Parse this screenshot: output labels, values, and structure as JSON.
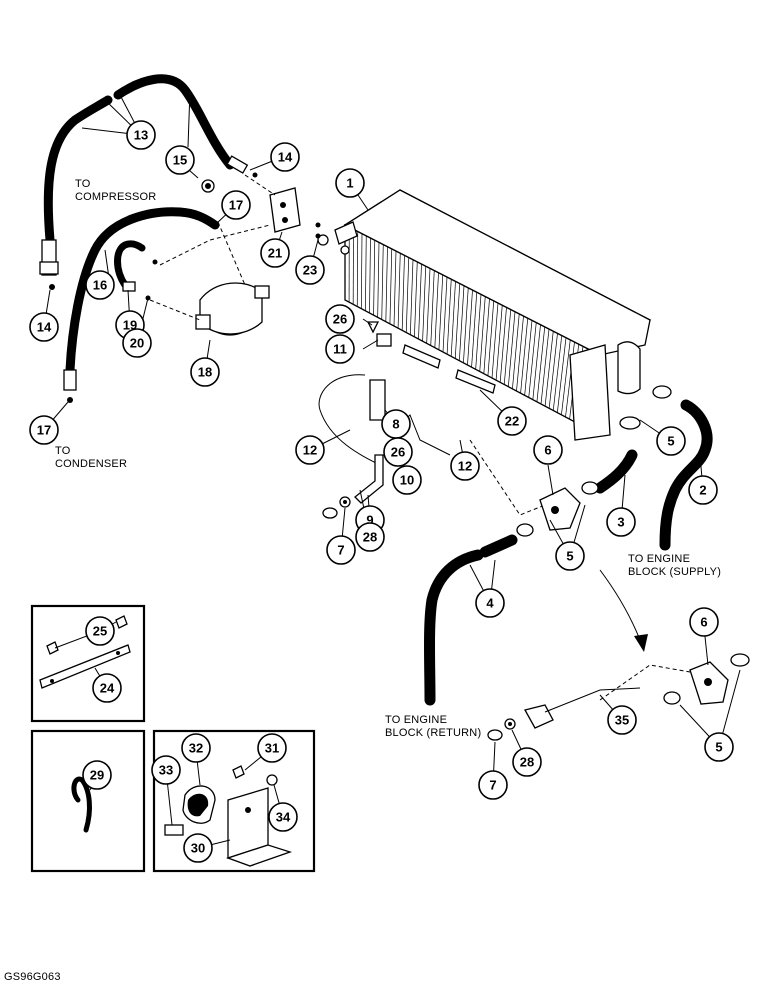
{
  "figure_id": "GS96G063",
  "captions": {
    "to_compressor": [
      "TO",
      "COMPRESSOR"
    ],
    "to_condenser": [
      "TO",
      "CONDENSER"
    ],
    "to_engine_supply": [
      "TO ENGINE",
      "BLOCK (SUPPLY)"
    ],
    "to_engine_return": [
      "TO ENGINE",
      "BLOCK (RETURN)"
    ]
  },
  "callouts": [
    {
      "id": "c1",
      "label": "1"
    },
    {
      "id": "c2",
      "label": "2"
    },
    {
      "id": "c3",
      "label": "3"
    },
    {
      "id": "c4",
      "label": "4"
    },
    {
      "id": "c5a",
      "label": "5"
    },
    {
      "id": "c5b",
      "label": "5"
    },
    {
      "id": "c5c",
      "label": "5"
    },
    {
      "id": "c6a",
      "label": "6"
    },
    {
      "id": "c6b",
      "label": "6"
    },
    {
      "id": "c7a",
      "label": "7"
    },
    {
      "id": "c7b",
      "label": "7"
    },
    {
      "id": "c8",
      "label": "8"
    },
    {
      "id": "c9",
      "label": "9"
    },
    {
      "id": "c10",
      "label": "10"
    },
    {
      "id": "c11",
      "label": "11"
    },
    {
      "id": "c12a",
      "label": "12"
    },
    {
      "id": "c12b",
      "label": "12"
    },
    {
      "id": "c13",
      "label": "13"
    },
    {
      "id": "c14a",
      "label": "14"
    },
    {
      "id": "c14b",
      "label": "14"
    },
    {
      "id": "c15",
      "label": "15"
    },
    {
      "id": "c16",
      "label": "16"
    },
    {
      "id": "c17a",
      "label": "17"
    },
    {
      "id": "c17b",
      "label": "17"
    },
    {
      "id": "c18",
      "label": "18"
    },
    {
      "id": "c19",
      "label": "19"
    },
    {
      "id": "c20",
      "label": "20"
    },
    {
      "id": "c21",
      "label": "21"
    },
    {
      "id": "c22",
      "label": "22"
    },
    {
      "id": "c23",
      "label": "23"
    },
    {
      "id": "c24",
      "label": "24"
    },
    {
      "id": "c25",
      "label": "25"
    },
    {
      "id": "c26a",
      "label": "26"
    },
    {
      "id": "c26b",
      "label": "26"
    },
    {
      "id": "c28a",
      "label": "28"
    },
    {
      "id": "c28b",
      "label": "28"
    },
    {
      "id": "c29",
      "label": "29"
    },
    {
      "id": "c30",
      "label": "30"
    },
    {
      "id": "c31",
      "label": "31"
    },
    {
      "id": "c32",
      "label": "32"
    },
    {
      "id": "c33",
      "label": "33"
    },
    {
      "id": "c34",
      "label": "34"
    },
    {
      "id": "c35",
      "label": "35"
    }
  ]
}
